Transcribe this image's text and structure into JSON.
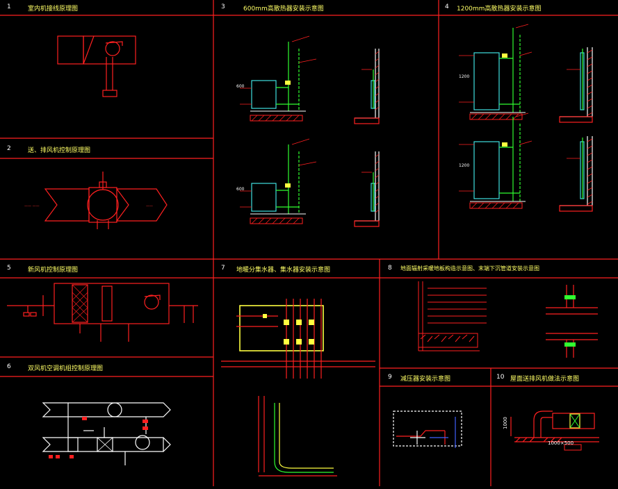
{
  "colors": {
    "background": "#000000",
    "frame": "#ff2020",
    "equipment": "#40e0e0",
    "pipe_green": "#30ff30",
    "valve_yellow": "#ffff40",
    "text_white": "#ffffff",
    "text_red": "#ff3030",
    "text_yellow": "#ffff66"
  },
  "panels": [
    {
      "number": "1",
      "title": "室内机接线原理图"
    },
    {
      "number": "2",
      "title": "送、排风机控制原理图"
    },
    {
      "number": "3",
      "title": "600mm高散热器安装示意图"
    },
    {
      "number": "4",
      "title": "1200mm高散热器安装示意图"
    },
    {
      "number": "5",
      "title": "新风机控制原理图"
    },
    {
      "number": "6",
      "title": "双风机空调机组控制原理图"
    },
    {
      "number": "7",
      "title": "地暖分集水器、集水器安装示意图"
    },
    {
      "number": "8",
      "title": "地面辐射采暖地板构造示意图、末端下沉管道安装示意图"
    },
    {
      "number": "9",
      "title": "减压器安装示意图"
    },
    {
      "number": "10",
      "title": "屋面送排风机做法示意图"
    }
  ],
  "labels": {
    "radiator_height_600": "600",
    "radiator_height_1200": "1200",
    "duct_size": "1000×500",
    "duct_height": "1000",
    "wall_dim_a": "1200"
  }
}
